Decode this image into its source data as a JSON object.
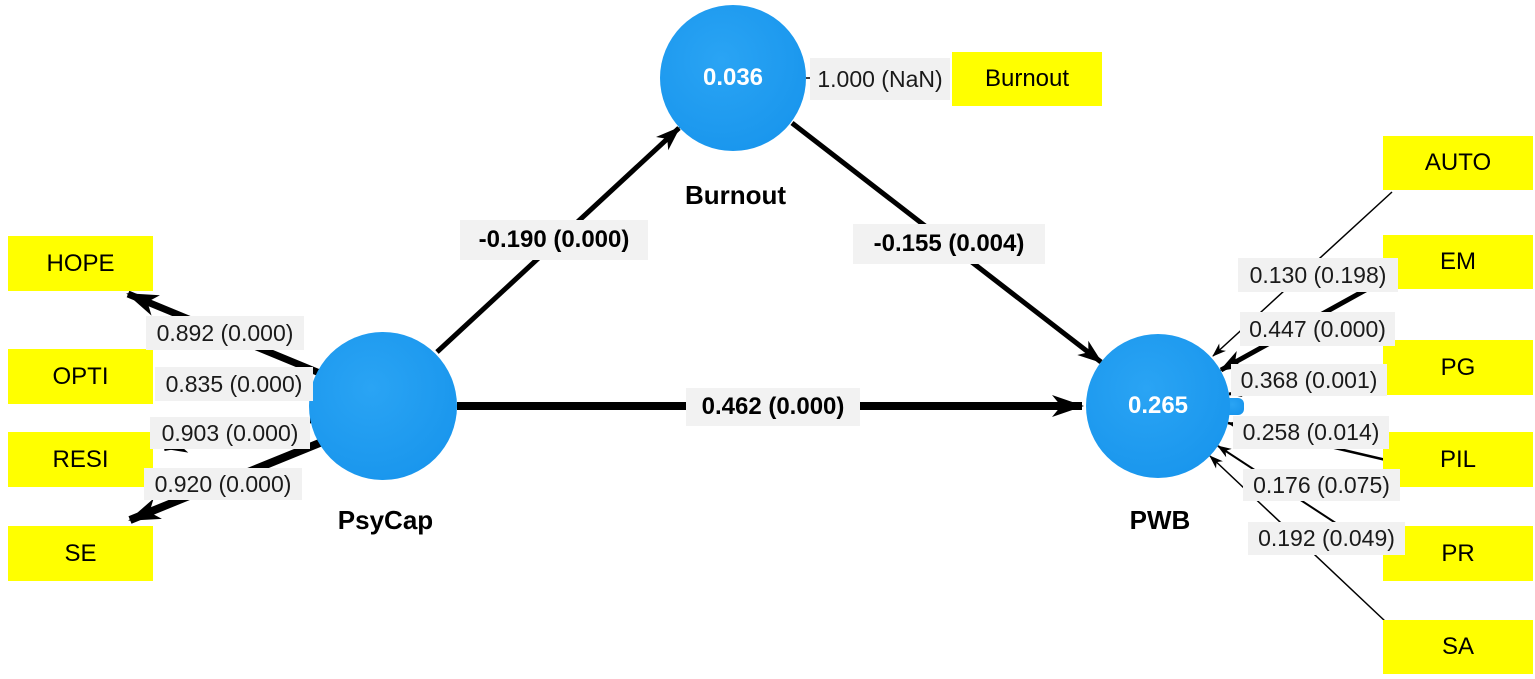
{
  "colors": {
    "construct_fill": "#1e9bf0",
    "indicator_fill": "#ffff00",
    "label_background": "#f1f1f1",
    "line": "#000000"
  },
  "constructs": {
    "psycap": {
      "label": "PsyCap"
    },
    "burnout": {
      "label": "Burnout",
      "r_squared": "0.036"
    },
    "pwb": {
      "label": "PWB",
      "r_squared": "0.265"
    }
  },
  "indicators": {
    "hope": "HOPE",
    "opti": "OPTI",
    "resi": "RESI",
    "se": "SE",
    "burnout_item": "Burnout",
    "auto": "AUTO",
    "em": "EM",
    "pg": "PG",
    "pil": "PIL",
    "pr": "PR",
    "sa": "SA"
  },
  "loadings": {
    "hope": "0.892 (0.000)",
    "opti": "0.835 (0.000)",
    "resi": "0.903 (0.000)",
    "se": "0.920 (0.000)",
    "burnout_item": "1.000 (NaN)",
    "auto": "0.130 (0.198)",
    "em": "0.447 (0.000)",
    "pg": "0.368 (0.001)",
    "pil": "0.258 (0.014)",
    "pr": "0.176 (0.075)",
    "sa": "0.192 (0.049)"
  },
  "paths": {
    "psycap_to_burnout": "-0.190 (0.000)",
    "burnout_to_pwb": "-0.155 (0.004)",
    "psycap_to_pwb": "0.462 (0.000)"
  }
}
